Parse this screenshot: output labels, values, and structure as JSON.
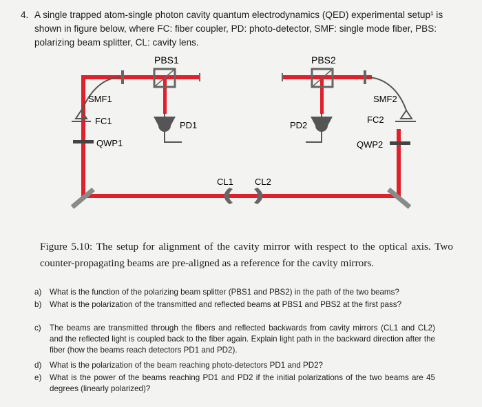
{
  "question": {
    "number": "4.",
    "text": "A single trapped atom-single photon cavity quantum electrodynamics (QED) experimental setup¹ is shown in figure below, where FC: fiber coupler, PD: photo-detector, SMF: single mode fiber, PBS: polarizing beam splitter, CL: cavity lens."
  },
  "diagram": {
    "labels": {
      "pbs1": "PBS1",
      "pbs2": "PBS2",
      "smf1": "SMF1",
      "smf2": "SMF2",
      "fc1": "FC1",
      "fc2": "FC2",
      "qwp1": "QWP1",
      "qwp2": "QWP2",
      "pd1": "PD1",
      "pd2": "PD2",
      "cl1": "CL1",
      "cl2": "CL2"
    },
    "colors": {
      "beam": "#e0202a",
      "detector": "#555555",
      "optic": "#666666",
      "mirror": "#8a8a8a"
    }
  },
  "caption": {
    "label": "Figure 5.10:",
    "text": "The setup for alignment of the cavity mirror with respect to the optical axis. Two counter-propagating beams are pre-aligned as a reference for the cavity mirrors."
  },
  "subquestions": [
    {
      "letter": "a)",
      "text": "What is the function of the polarizing beam splitter (PBS1 and PBS2) in the path of the two beams?"
    },
    {
      "letter": "b)",
      "text": "What is the polarization of the transmitted and reflected beams at PBS1 and PBS2 at the first pass?"
    },
    {
      "letter": "c)",
      "text": "The beams are transmitted through the fibers and reflected backwards from cavity mirrors (CL1 and CL2) and the reflected light is coupled back to the fiber again. Explain light path in the backward direction after the fiber (how the beams reach detectors PD1 and PD2)."
    },
    {
      "letter": "d)",
      "text": "What is the polarization of the beam reaching photo-detectors PD1 and PD2?"
    },
    {
      "letter": "e)",
      "text": "What is the power of the beams reaching PD1 and PD2 if the initial polarizations of the two beams are 45 degrees (linearly polarized)?"
    }
  ]
}
